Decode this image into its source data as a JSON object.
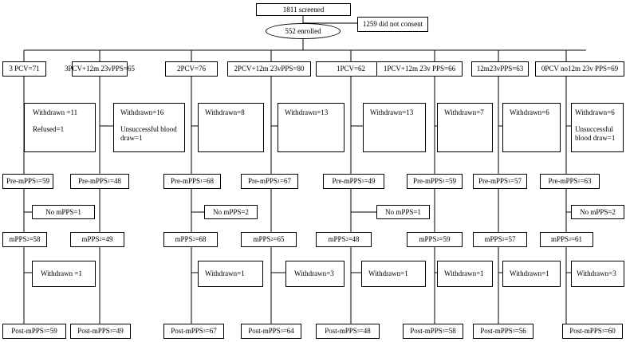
{
  "screened": "1811 screened",
  "no_consent": "1259 did not consent",
  "enrolled": "552 enrolled",
  "groups": [
    {
      "label": "3 PCV=71",
      "withdrawn": "Withdrawn =11",
      "extra": "Refused=1",
      "pre": "Pre-mPPS",
      "pre_n": "=59",
      "nompps": "No mPPS=1",
      "mpps": "mPPS",
      "mpps_n": "=58",
      "withdrawn2": "Withdrawn =1",
      "post": "Post-mPPS",
      "post_n": "=59"
    },
    {
      "label": "3PCV+12m 23vPPS=65",
      "withdrawn": "Withdrawn=16",
      "extra": "Unsuccessful blood draw=1",
      "pre": "Pre-mPPS",
      "pre_n": "=48",
      "nompps": "",
      "mpps": "mPPS",
      "mpps_n": "=49",
      "withdrawn2": "",
      "post": "Post-mPPS",
      "post_n": "=49"
    },
    {
      "label": "2PCV=76",
      "withdrawn": "Withdrawn=8",
      "extra": "",
      "pre": "Pre-mPPS",
      "pre_n": "=68",
      "nompps": "No mPPS=2",
      "mpps": "mPPS",
      "mpps_n": "=68",
      "withdrawn2": "Withdrawn=1",
      "post": "Post-mPPS",
      "post_n": "=67"
    },
    {
      "label": "2PCV+12m 23vPPS=80",
      "withdrawn": "Withdrawn=13",
      "extra": "",
      "pre": "Pre-mPPS",
      "pre_n": "=67",
      "nompps": "",
      "mpps": "mPPS",
      "mpps_n": "=65",
      "withdrawn2": "Withdrawn=3",
      "post": "Post-mPPS",
      "post_n": "=64"
    },
    {
      "label": "1PCV=62",
      "withdrawn": "Withdrawn=13",
      "extra": "",
      "pre": "Pre-mPPS",
      "pre_n": "=49",
      "nompps": "No mPPS=1",
      "mpps": "mPPS",
      "mpps_n": "=48",
      "withdrawn2": "Withdrawn=1",
      "post": "Post-mPPS",
      "post_n": "=48"
    },
    {
      "label": "1PCV+12m 23v PPS=66",
      "withdrawn": "Withdrawn=7",
      "extra": "",
      "pre": "Pre-mPPS",
      "pre_n": "=59",
      "nompps": "",
      "mpps": "mPPS",
      "mpps_n": "=59",
      "withdrawn2": "Withdrawn=1",
      "post": "Post-mPPS",
      "post_n": "=58"
    },
    {
      "label": "12m23vPPS=63",
      "withdrawn": "Withdrawn=6",
      "extra": "",
      "pre": "Pre-mPPS",
      "pre_n": "=57",
      "nompps": "",
      "mpps": "mPPS",
      "mpps_n": "=57",
      "withdrawn2": "Withdrawn=1",
      "post": "Post-mPPS",
      "post_n": "=56"
    },
    {
      "label": "0PCV no12m 23v PPS=69",
      "withdrawn": "Withdrawn=6",
      "extra": "Unsuccessful blood draw=1",
      "pre": "Pre-mPPS",
      "pre_n": "=63",
      "nompps": "No mPPS=2",
      "mpps": "mPPS",
      "mpps_n": "=61",
      "withdrawn2": "Withdrawn=3",
      "post": "Post-mPPS",
      "post_n": "=60"
    }
  ]
}
